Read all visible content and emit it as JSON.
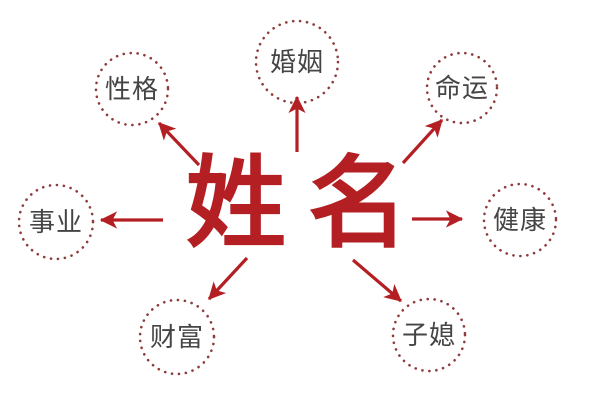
{
  "diagram": {
    "title": "姓名",
    "nodes": [
      {
        "id": "marriage",
        "label": "婚姻"
      },
      {
        "id": "personality",
        "label": "性格"
      },
      {
        "id": "destiny",
        "label": "命运"
      },
      {
        "id": "career",
        "label": "事业"
      },
      {
        "id": "health",
        "label": "健康"
      },
      {
        "id": "wealth",
        "label": "财富"
      },
      {
        "id": "children",
        "label": "子媳"
      }
    ],
    "colors": {
      "accent_red": "#b41f24",
      "dot_ring": "#8e3b3c",
      "label_text": "#454545",
      "background": "#ffffff"
    }
  }
}
